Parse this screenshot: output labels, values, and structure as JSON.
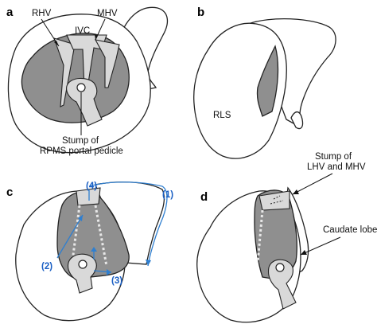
{
  "panels": {
    "a": {
      "letter": "a",
      "labels": {
        "rhv": "RHV",
        "mhv": "MHV",
        "ivc": "IVC",
        "stump_line1": "Stump of",
        "stump_line2": "RPMS portal pedicle"
      }
    },
    "b": {
      "letter": "b",
      "labels": {
        "rls": "RLS"
      }
    },
    "c": {
      "letter": "c",
      "labels": {
        "n1": "(1)",
        "n2": "(2)",
        "n3": "(3)",
        "n4": "(4)"
      }
    },
    "d": {
      "letter": "d",
      "labels": {
        "stump_line1": "Stump of",
        "stump_line2": "LHV and MHV",
        "caudate": "Caudate lobe"
      }
    }
  },
  "colors": {
    "liver_fill": "#ffffff",
    "lobe_fill": "#8f8f8f",
    "vein_fill": "#d9d9d9",
    "outline": "#222222",
    "arrow_blue": "#2f7fd0",
    "label_blue": "#1a5fc4"
  }
}
